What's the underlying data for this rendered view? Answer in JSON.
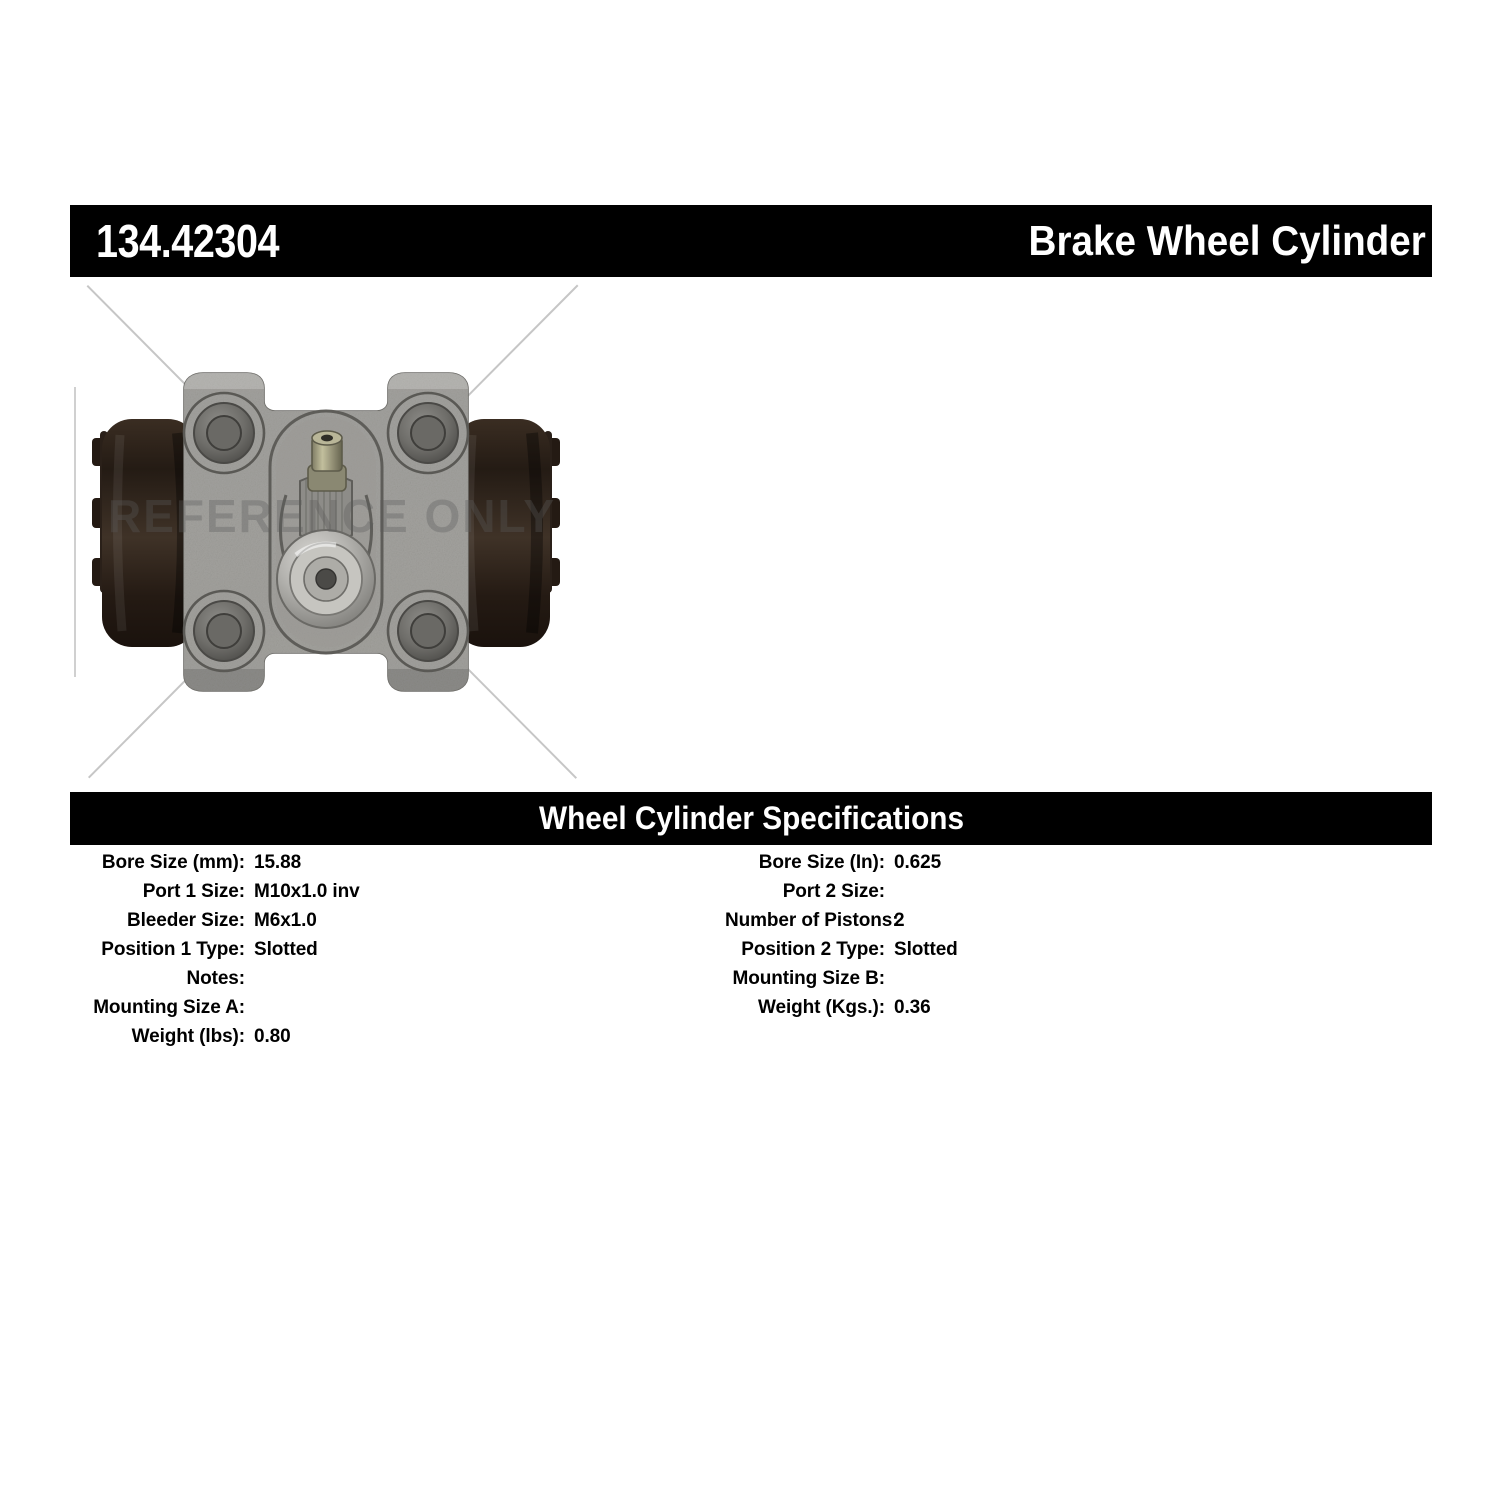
{
  "header": {
    "part_number": "134.42304",
    "product_title": "Brake Wheel Cylinder"
  },
  "photo": {
    "watermark": "REFERENCE ONLY",
    "alt_name": "brake-wheel-cylinder-photo"
  },
  "specs": {
    "section_title": "Wheel Cylinder Specifications",
    "left_column": [
      {
        "label": "Bore Size (mm):",
        "value": "15.88"
      },
      {
        "label": "Port 1 Size:",
        "value": "M10x1.0 inv"
      },
      {
        "label": "Bleeder Size:",
        "value": "M6x1.0"
      },
      {
        "label": "Position 1 Type:",
        "value": "Slotted"
      },
      {
        "label": "Notes:",
        "value": ""
      },
      {
        "label": "Mounting Size A:",
        "value": ""
      },
      {
        "label": "Weight (lbs):",
        "value": "0.80"
      }
    ],
    "right_column": [
      {
        "label": "Bore Size (In):",
        "value": "0.625"
      },
      {
        "label": "Port 2 Size:",
        "value": ""
      },
      {
        "label": "Number of Pistons:",
        "value": "2"
      },
      {
        "label": "Position 2 Type:",
        "value": "Slotted"
      },
      {
        "label": "Mounting Size B:",
        "value": ""
      },
      {
        "label": "Weight (Kgs.):",
        "value": "0.36"
      }
    ]
  },
  "colors": {
    "bar_background": "#000000",
    "bar_text": "#ffffff",
    "page_background": "#ffffff",
    "guide_line": "#c6c6c6",
    "body_metal": "#9d9c98",
    "boot_rubber": "#2b2119"
  }
}
